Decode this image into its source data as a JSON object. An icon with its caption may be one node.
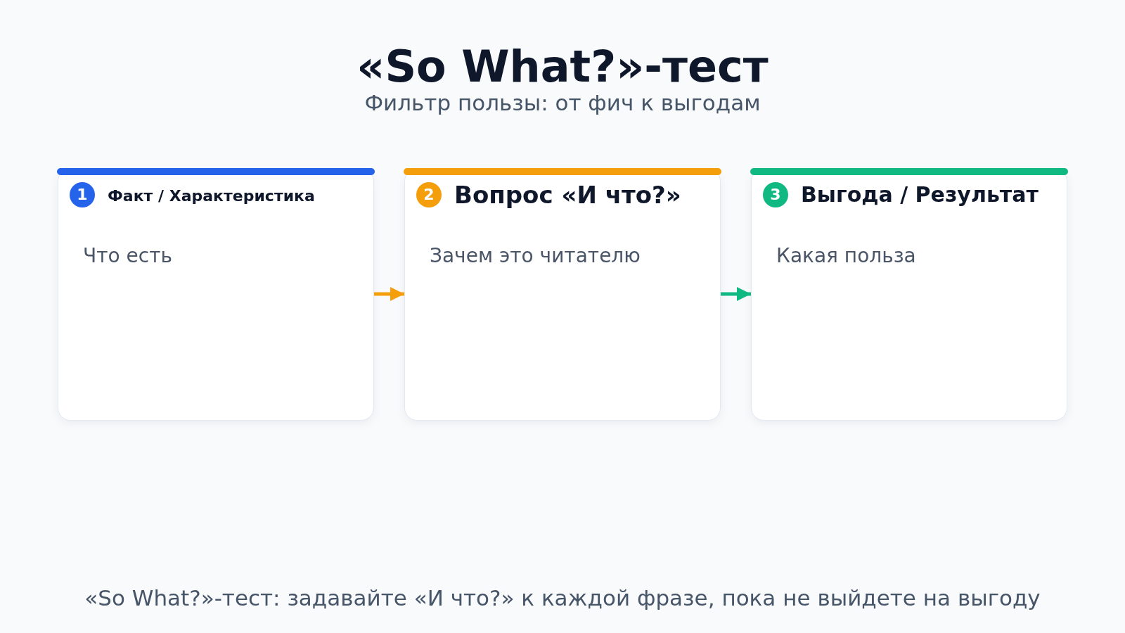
{
  "diagram": {
    "title": "«So What?»-тест",
    "caption": "«So What?»-тест: задавайте «И что?» к каждой фразе, пока не выйдете на выгоду",
    "nodes": [
      {
        "text": [
          "1",
          "Факт / Характеристика",
          "Что есть"
        ]
      },
      {
        "text": [
          "2",
          "Вопрос «И что?»",
          "Зачем это читателю"
        ]
      },
      {
        "text": [
          "3",
          "Выгода / Результат",
          "Какая польза"
        ]
      }
    ],
    "edges": [
      {
        "from": 0,
        "to": 1,
        "arrow": "to",
        "color": "#f59e0b"
      },
      {
        "from": 1,
        "to": 2,
        "arrow": "to",
        "color": "#10b981"
      }
    ],
    "labels": [
      "Фильтр пользы: от фич к выгодам"
    ]
  }
}
